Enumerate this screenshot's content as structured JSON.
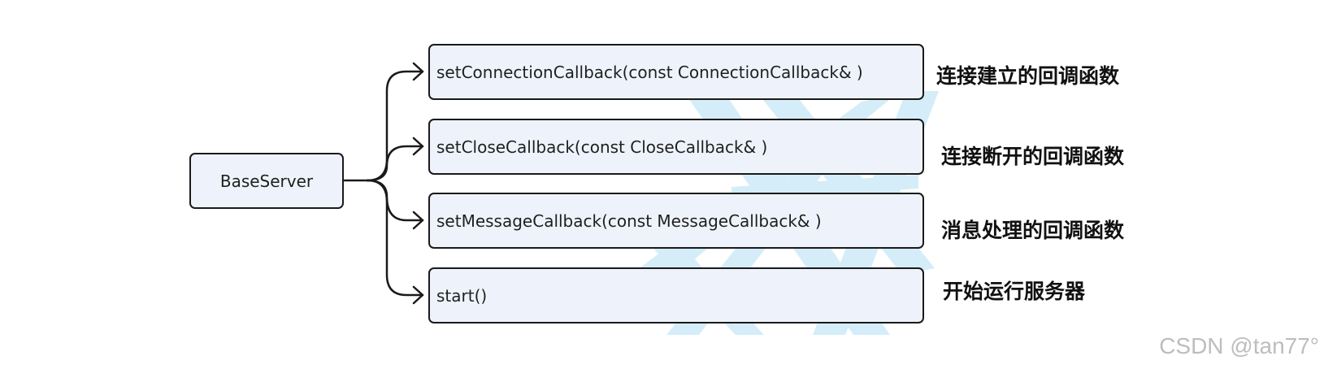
{
  "diagram": {
    "root": {
      "label": "BaseServer"
    },
    "methods": [
      {
        "label": "setConnectionCallback(const ConnectionCallback& )",
        "description": "连接建立的回调函数"
      },
      {
        "label": "setCloseCallback(const CloseCallback& )",
        "description": "连接断开的回调函数"
      },
      {
        "label": "setMessageCallback(const MessageCallback& )",
        "description": "消息处理的回调函数"
      },
      {
        "label": "start()",
        "description": "开始运行服务器"
      }
    ]
  },
  "watermark": "CSDN @tan77°",
  "colors": {
    "box_fill": "#eef3fb",
    "stroke": "#1a1a1a",
    "decor": "#cdeaf8",
    "watermark": "#bdbdbd"
  }
}
